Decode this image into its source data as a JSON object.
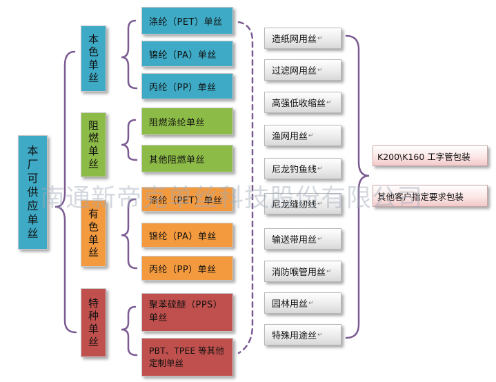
{
  "root": {
    "label": "本厂可供应单丝"
  },
  "categories": [
    {
      "label": "本色单丝",
      "color": "#3eaac6",
      "items": [
        "涤纶（PET）单丝",
        "锦纶（PA）单丝",
        "丙纶（PP）单丝"
      ]
    },
    {
      "label": "阻燃单丝",
      "color": "#8dbb47",
      "items": [
        "阻燃涤纶单丝",
        "其他阻燃单丝"
      ]
    },
    {
      "label": "有色单丝",
      "color": "#f39a3f",
      "items": [
        "涤纶（PET）单丝",
        "锦纶（PA）单丝",
        "丙纶（PP）单丝"
      ]
    },
    {
      "label": "特种单丝",
      "color": "#c0504d",
      "items": [
        "聚苯硫醚（PPS）单丝",
        "PBT、TPEE 等其他定制单丝"
      ]
    }
  ],
  "applications": [
    "造纸网用丝",
    "过滤网用丝",
    "高强低收缩丝",
    "渔网用丝",
    "尼龙钓鱼线",
    "尼龙缝纫线",
    "输送带用丝",
    "消防喉管用丝",
    "园林用丝",
    "特殊用途丝"
  ],
  "packaging": [
    "K200\\K160 工字管包装",
    "其他客户指定要求包装"
  ],
  "watermark": "南通新帝克单丝科技股份有限公司"
}
